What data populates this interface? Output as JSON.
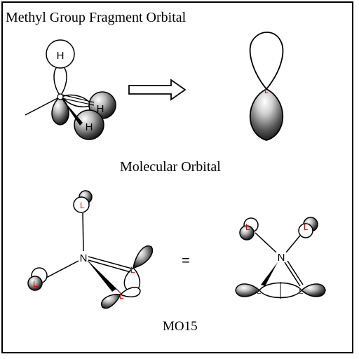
{
  "figure": {
    "title": "Methyl Group Fragment Orbital",
    "caption_mo": "Molecular Orbital",
    "caption_mo15": "MO15",
    "atoms": {
      "hydrogen": "H",
      "nitrogen": "N",
      "lobe_label": "L"
    },
    "equals_sign": "=",
    "colors": {
      "lobe_label": "#e00000",
      "ink": "#000000",
      "background": "#ffffff"
    }
  }
}
